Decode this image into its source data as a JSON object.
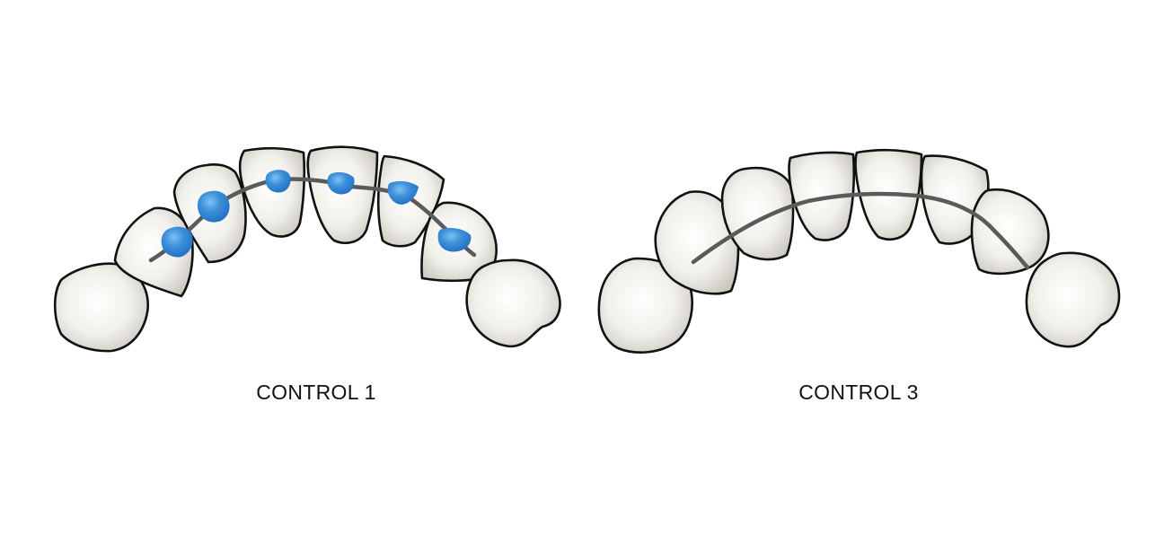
{
  "panels": [
    {
      "caption": "CONTROL 1",
      "teeth_count": 8,
      "brackets_count": 6,
      "has_wire": true
    },
    {
      "caption": "CONTROL 3",
      "teeth_count": 8,
      "brackets_count": 0,
      "has_wire": true
    }
  ],
  "colors": {
    "background": "#ffffff",
    "tooth_fill_center": "#ffffff",
    "tooth_fill_edge": "#c9c7be",
    "tooth_outline": "#111111",
    "wire": "#5a5a5a",
    "bracket": "#3d8fd9",
    "bracket_dark": "#1f6fc4"
  }
}
